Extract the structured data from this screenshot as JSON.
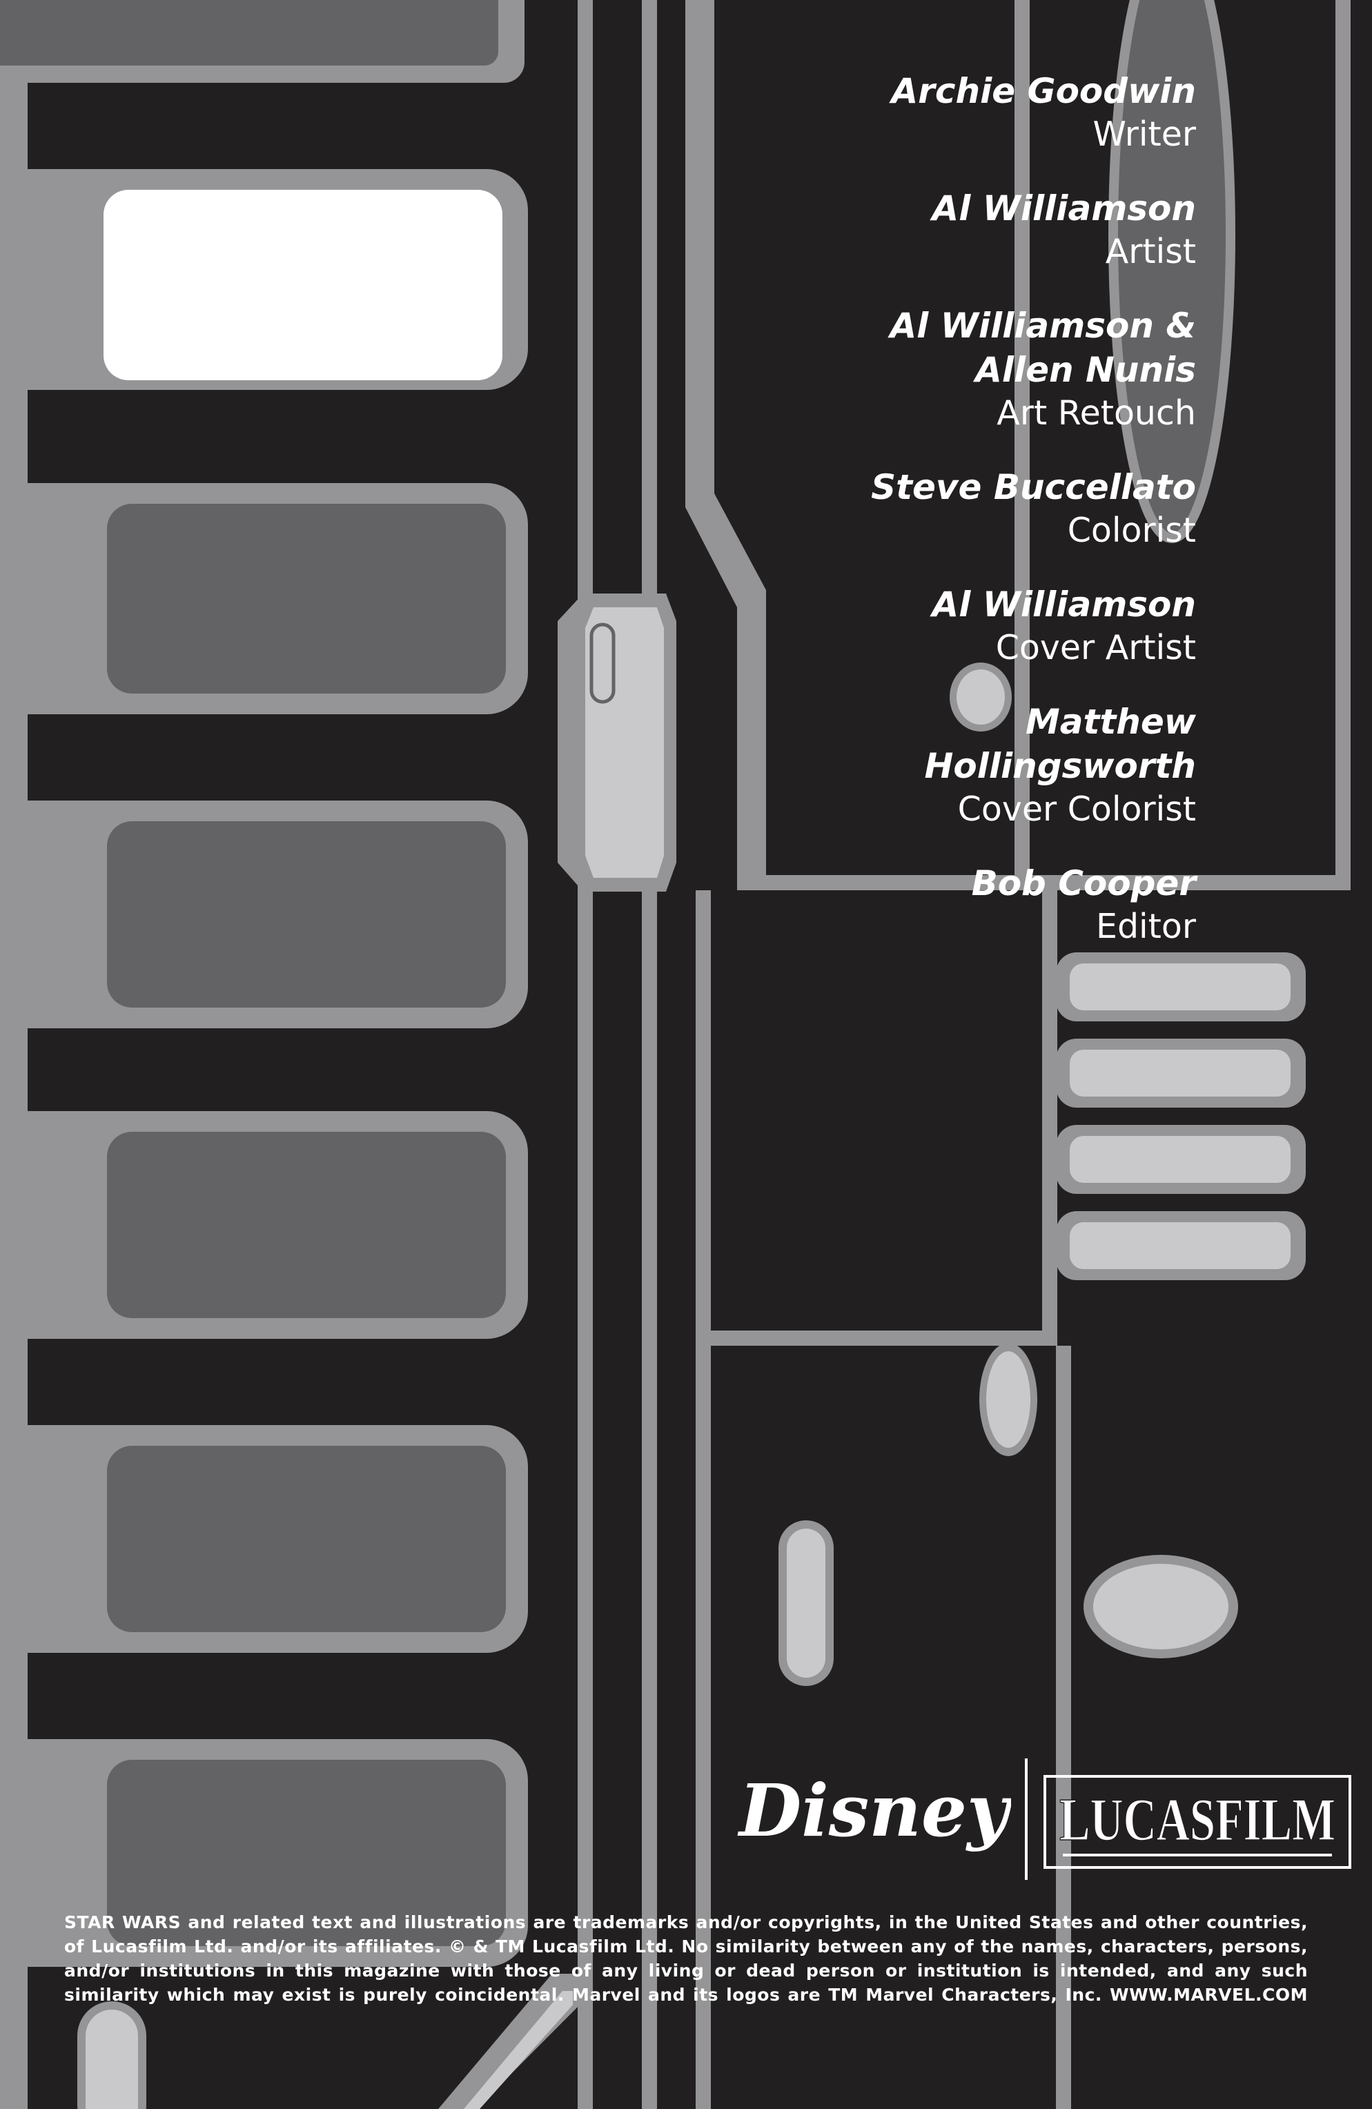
{
  "credits": [
    {
      "name": "Archie Goodwin",
      "role": "Writer"
    },
    {
      "name": "Al Williamson",
      "role": "Artist"
    },
    {
      "name": "Al Williamson &",
      "name2": "Allen Nunis",
      "role": "Art Retouch"
    },
    {
      "name": "Steve Buccellato",
      "role": "Colorist"
    },
    {
      "name": "Al Williamson",
      "role": "Cover Artist"
    },
    {
      "name": "Matthew",
      "name2": "Hollingsworth",
      "role": "Cover Colorist"
    },
    {
      "name": "Bob Cooper",
      "role": "Editor"
    }
  ],
  "logos": {
    "disney": "Disney",
    "lucasfilm": "LUCASFILM"
  },
  "legal_text": "STAR WARS and related text and illustrations are trademarks and/or copyrights, in the United States and other countries, of Lucasfilm Ltd. and/or its affiliates. © & TM Lucasfilm Ltd. No similarity between any of the names, characters, persons, and/or institutions in this magazine with those of any living or dead person or institution is intended, and any such similarity which may exist is purely coincidental. Marvel and its logos are TM Marvel Characters, Inc. WWW.MARVEL.COM",
  "colors": {
    "background": "#221f20",
    "panel_outline": "#959597",
    "panel_fill": "#636365",
    "light_fill": "#c9c9cb",
    "text": "#ffffff"
  }
}
